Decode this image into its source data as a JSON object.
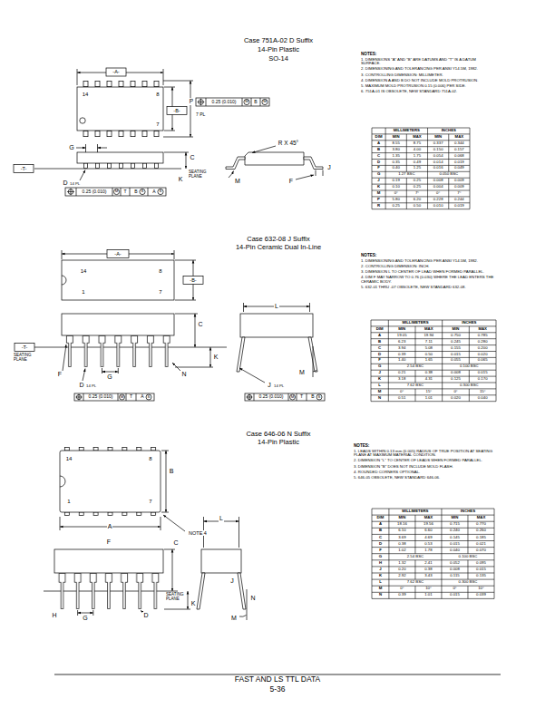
{
  "diagram": {
    "labels": [
      "Case 751A-02 D Suffix",
      "14-Pin Plastic",
      "SO-14",
      "-A-",
      "14",
      "8",
      "7",
      "-B-",
      "P",
      "0.25 (0.010)",
      "M",
      "B",
      "M",
      "7 PL",
      "G",
      "C",
      "R X 45°",
      "-T-",
      "SEATING PLANE",
      "K",
      "M",
      "F",
      "J",
      "D",
      "14 PL",
      "0.25 (0.010)",
      "M",
      "T",
      "B",
      "S",
      "A",
      "S",
      "NOTES:",
      "1. DIMENSIONS \"A\" AND \"B\" ARE DATUMS AND \"T\" IS A DATUM SURFACE.",
      "2. DIMENSIONING AND TOLERANCING PER ANSI Y14.5M, 1982.",
      "3. CONTROLLING DIMENSION: MILLIMETER.",
      "4. DIMENSION A AND B DO NOT INCLUDE MOLD PROTRUSION.",
      "5. MAXIMUM MOLD PROTRUSION 0.15 (0.006) PER SIDE.",
      "6. 751A-01 IS OBSOLETE, NEW STANDARD 751A-02.",
      "MILLIMETERS",
      "INCHES",
      "DIM",
      "MIN",
      "MAX",
      "MIN",
      "MAX",
      "A",
      "8.55",
      "8.75",
      "0.337",
      "0.344",
      "B",
      "3.80",
      "4.00",
      "0.150",
      "0.157",
      "C",
      "1.35",
      "1.75",
      "0.054",
      "0.068",
      "D",
      "0.35",
      "0.49",
      "0.014",
      "0.019",
      "F",
      "0.40",
      "1.25",
      "0.016",
      "0.049",
      "G",
      "1.27 BSC",
      "0.050 BSC",
      "J",
      "0.19",
      "0.25",
      "0.008",
      "0.009",
      "K",
      "0.10",
      "0.25",
      "0.004",
      "0.009",
      "M",
      "0°",
      "7°",
      "0°",
      "7°",
      "P",
      "5.80",
      "6.20",
      "0.228",
      "0.244",
      "R",
      "0.25",
      "0.50",
      "0.010",
      "0.019",
      "Case 632-08 J Suffix",
      "14-Pin Ceramic Dual In-Line",
      "-A-",
      "14",
      "8",
      "1",
      "7",
      "-B-",
      "C",
      "L",
      "-T-",
      "SEATING PLANE",
      "K",
      "F",
      "G",
      "N",
      "M",
      "D",
      "14 PL",
      "0.25 (0.010)",
      "M",
      "T",
      "A",
      "S",
      "J",
      "14 PL",
      "0.25 (0.010)",
      "M",
      "T",
      "B",
      "S",
      "NOTES:",
      "1. DIMENSIONING AND TOLERANCING PER ANSI Y14.5M, 1982.",
      "2. CONTROLLING DIMENSION: INCH.",
      "3. DIMENSION L TO CENTER OF LEAD WHEN FORMED PARALLEL.",
      "4. DIM F MAY NARROW TO 0.76 (0.030) WHERE THE LEAD ENTERS THE CERAMIC BODY.",
      "5. 632-01 THRU -07 OBSOLETE, NEW STANDARD 632-08.",
      "MILLIMETERS",
      "INCHES",
      "DIM",
      "MIN",
      "MAX",
      "MIN",
      "MAX",
      "A",
      "19.05",
      "19.94",
      "0.750",
      "0.785",
      "B",
      "6.23",
      "7.11",
      "0.245",
      "0.280",
      "C",
      "3.94",
      "5.08",
      "0.155",
      "0.200",
      "D",
      "0.39",
      "0.50",
      "0.015",
      "0.020",
      "F",
      "1.40",
      "1.65",
      "0.055",
      "0.065",
      "G",
      "2.54 BSC",
      "0.100 BSC",
      "J",
      "0.21",
      "0.38",
      "0.008",
      "0.015",
      "K",
      "3.18",
      "4.31",
      "0.125",
      "0.170",
      "L",
      "7.62 BSC",
      "0.300 BSC",
      "M",
      "0°",
      "15°",
      "0°",
      "15°",
      "N",
      "0.51",
      "1.01",
      "0.020",
      "0.040",
      "Case 646-06 N Suffix",
      "14-Pin Plastic",
      "14",
      "8",
      "B",
      "1",
      "7",
      "A",
      "NOTE 4",
      "F",
      "L",
      "C",
      "J",
      "N",
      "SEATING PLANE",
      "K",
      "H",
      "G",
      "D",
      "M",
      "NOTES:",
      "1. LEADS WITHIN 0.13 mm (0.005) RADIUS OF TRUE POSITION AT SEATING PLANE AT MAXIMUM MATERIAL CONDITION.",
      "2. DIMENSION \"L\" TO CENTER OF LEADS WHEN FORMED PARALLEL.",
      "3. DIMENSION \"B\" DOES NOT INCLUDE MOLD FLASH.",
      "4. ROUNDED CORNERS OPTIONAL.",
      "5. 646-05 OBSOLETE, NEW STANDARD 646-06.",
      "MILLIMETERS",
      "INCHES",
      "DIM",
      "MIN",
      "MAX",
      "MIN",
      "MAX",
      "A",
      "18.16",
      "19.56",
      "0.715",
      "0.770",
      "B",
      "6.10",
      "6.60",
      "0.240",
      "0.260",
      "C",
      "3.69",
      "4.69",
      "0.145",
      "0.185",
      "D",
      "0.38",
      "0.53",
      "0.015",
      "0.021",
      "F",
      "1.02",
      "1.78",
      "0.040",
      "0.070",
      "G",
      "2.54 BSC",
      "0.100 BSC",
      "H",
      "1.32",
      "2.41",
      "0.052",
      "0.095",
      "J",
      "0.20",
      "0.38",
      "0.008",
      "0.015",
      "K",
      "2.92",
      "3.43",
      "0.115",
      "0.135",
      "L",
      "7.62 BSC",
      "0.300 BSC",
      "M",
      "0°",
      "10°",
      "0°",
      "10°",
      "N",
      "0.39",
      "1.01",
      "0.015",
      "0.039",
      "FAST AND LS TTL DATA",
      "5-36"
    ]
  }
}
